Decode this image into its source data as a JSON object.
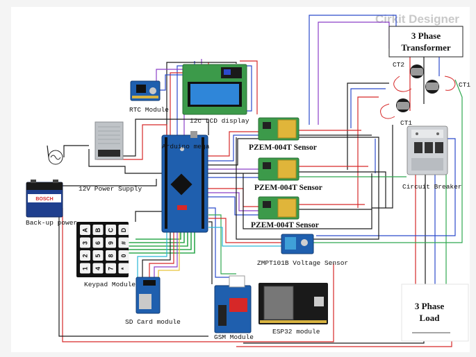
{
  "watermark": "Cirkit Designer",
  "labels": {
    "transformer_line1": "3 Phase",
    "transformer_line2": "Transformer",
    "ct1_top": "CT1",
    "ct2": "CT2",
    "ct1_mid": "CT1",
    "rtc": "RTC Module",
    "lcd": "i2c LCD display",
    "arduino": "Arduino mega",
    "psu": "12V Power Supply",
    "battery": "Back-up power",
    "pzem1": "PZEM-004T Sensor",
    "pzem2": "PZEM-004T Sensor",
    "pzem3": "PZEM-004T Sensor",
    "breaker": "Circuit Breaker",
    "zmpt": "ZMPT101B Voltage Sensor",
    "keypad": "Keypad Module",
    "sd": "SD Card module",
    "gsm": "GSM Module",
    "esp32": "ESP32 module",
    "load_line1": "3 Phase",
    "load_line2": "Load"
  },
  "keypad_keys": [
    "A",
    "B",
    "C",
    "D",
    "3",
    "6",
    "9",
    "#",
    "2",
    "5",
    "8",
    "0",
    "1",
    "4",
    "7",
    "*"
  ],
  "battery_brand": "BOSCH",
  "colors": {
    "red": "#d62828",
    "blue": "#2b4acb",
    "black": "#1a1a1a",
    "green": "#2fa84f",
    "purple": "#8b3fc7",
    "cyan": "#29b6d6",
    "pcb_blue": "#1f5fae",
    "pcb_green": "#3c9a4a",
    "lcd_screen": "#2f86d9"
  }
}
